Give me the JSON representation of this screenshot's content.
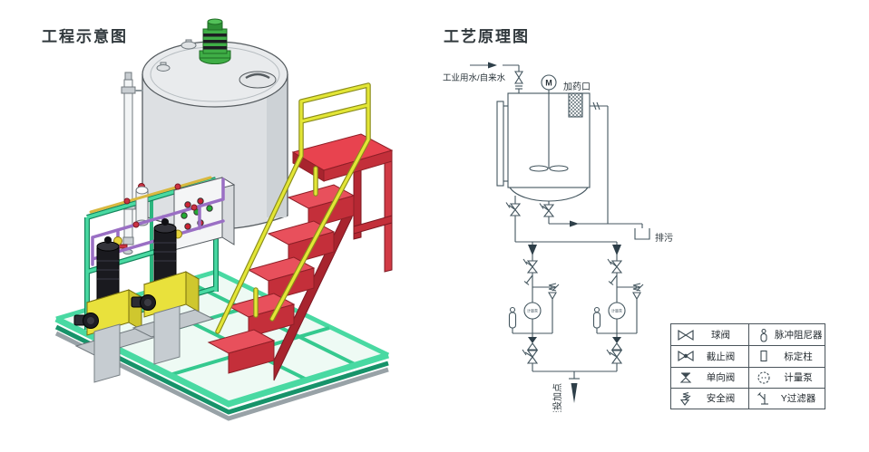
{
  "left_panel": {
    "title": "工程示意图",
    "colors": {
      "tank": "#dde0e3",
      "motor_green": "#3fae46",
      "stair_red": "#d93a46",
      "rail_yellow": "#e3e636",
      "frame_teal": "#35c98f",
      "pump_yellow": "#e9e13c",
      "pipe_purple": "#9a6fc4",
      "panel_white": "#f4f5f6",
      "button_red": "#cc2233",
      "button_green": "#22aa33"
    }
  },
  "right_panel": {
    "title": "工艺原理图",
    "line_color": "#44565f",
    "labels": {
      "inlet": "工业用水/自来水",
      "motor": "M",
      "dosing_port": "加药口",
      "drain": "排污",
      "outlet": "至投加点",
      "pump": "计量泵"
    },
    "legend": {
      "rows": [
        {
          "left_icon": "ball-valve",
          "left_label": "球阀",
          "right_icon": "pulse-damper",
          "right_label": "脉冲阻尼器"
        },
        {
          "left_icon": "globe-valve",
          "left_label": "截止阀",
          "right_icon": "calibration-column",
          "right_label": "标定柱"
        },
        {
          "left_icon": "check-valve",
          "left_label": "单向阀",
          "right_icon": "metering-pump",
          "right_label": "计量泵"
        },
        {
          "left_icon": "safety-valve",
          "left_label": "安全阀",
          "right_icon": "y-strainer",
          "right_label": "Y过滤器"
        }
      ]
    }
  }
}
